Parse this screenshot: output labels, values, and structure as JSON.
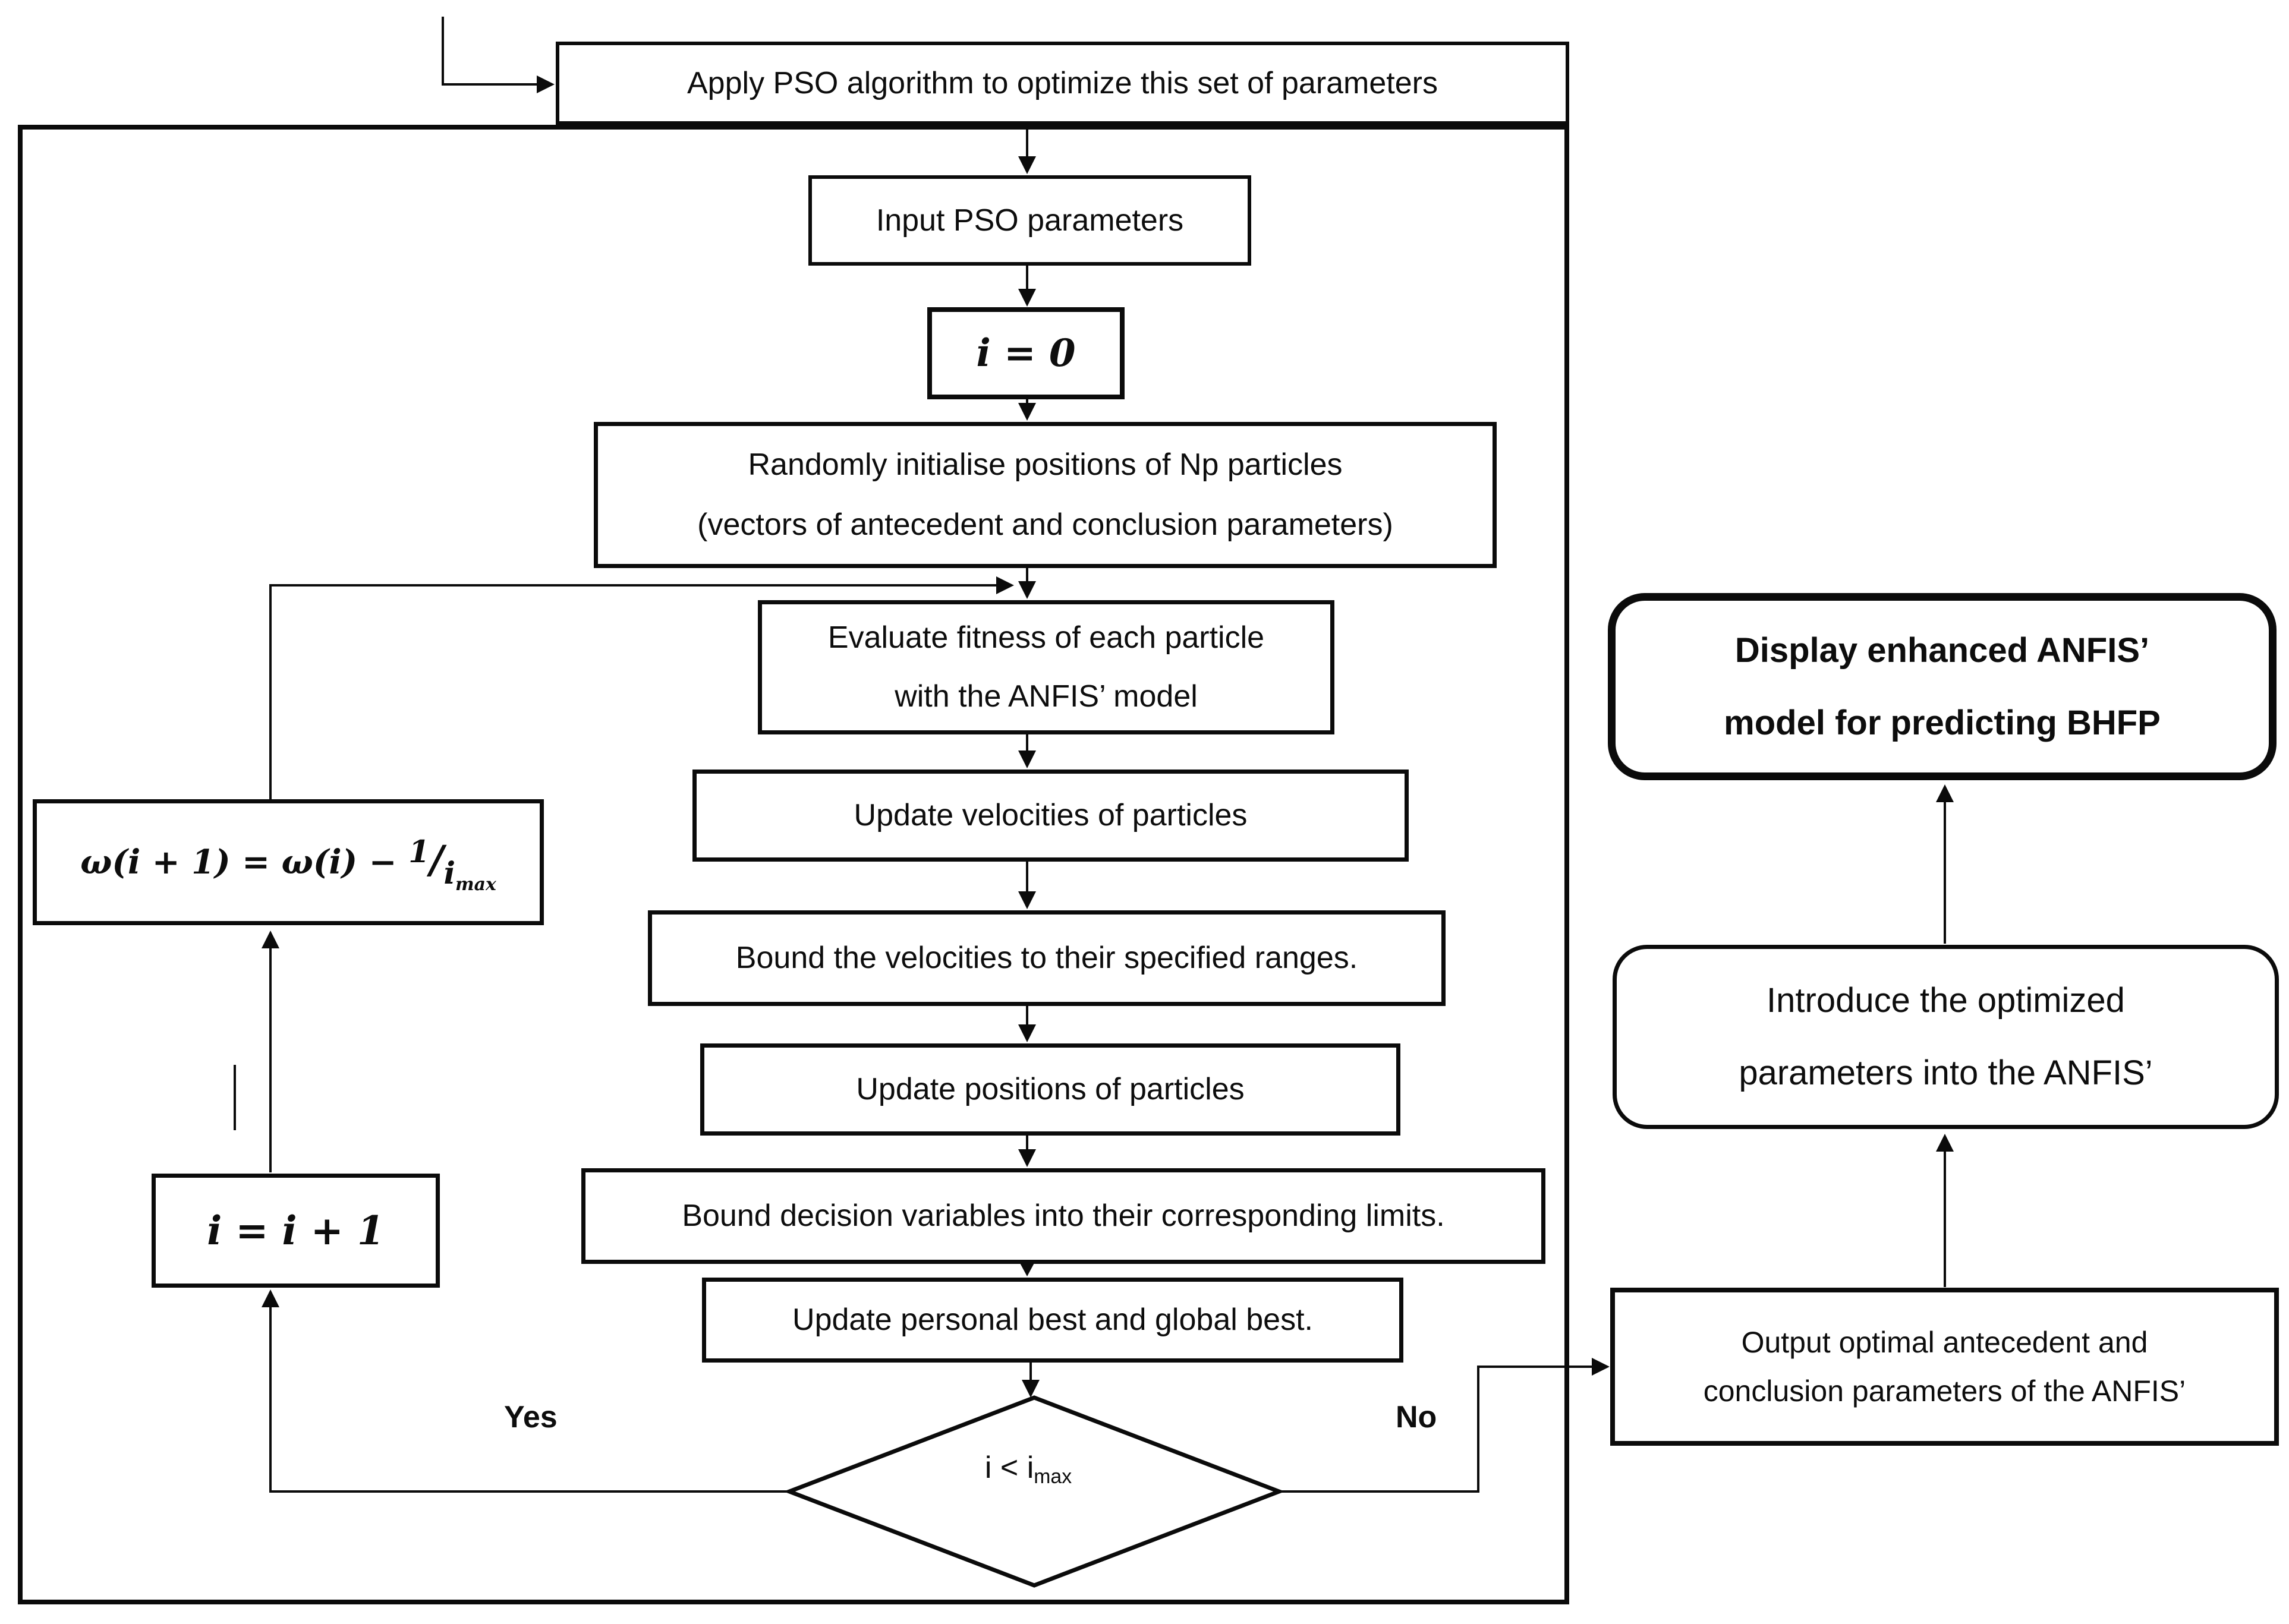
{
  "diagram": {
    "labels": {
      "yes": "Yes",
      "no": "No"
    },
    "nodes": {
      "apply_pso": {
        "label": "Apply PSO algorithm to optimize this set of parameters"
      },
      "input_pso": {
        "label": "Input PSO parameters"
      },
      "set_iteration": {
        "label": "i = 0"
      },
      "random_init": {
        "line1": "Randomly initialise positions of Np particles",
        "line2": "(vectors of antecedent and conclusion parameters)"
      },
      "evaluate_fitness": {
        "line1": "Evaluate fitness of each particle",
        "line2": "with the ANFIS’ model"
      },
      "update_velocities": {
        "label": "Update velocities of particles"
      },
      "bound_velocities": {
        "label": "Bound the velocities to their specified ranges."
      },
      "update_positions": {
        "label": "Update positions of particles"
      },
      "bound_decision": {
        "label": "Bound decision variables into their corresponding limits."
      },
      "update_best": {
        "label": "Update personal best and global best."
      },
      "iteration_check": {
        "base": "i < i",
        "sub": "max"
      },
      "omega_update": {
        "prefix": "ω(i + 1) = ω(i) − ",
        "numerator": "1",
        "slash": "/",
        "den_base": "i",
        "den_sub": "max"
      },
      "increment_i": {
        "label": "i = i + 1"
      },
      "output_params": {
        "line1": "Output optimal antecedent and",
        "line2": "conclusion parameters of the ANFIS’"
      },
      "introduce_params": {
        "line1": "Introduce the optimized",
        "line2": "parameters into the ANFIS’"
      },
      "display_model": {
        "line1": "Display enhanced ANFIS’",
        "line2": "model for predicting BHFP"
      }
    },
    "colors": {
      "line": "#0b0b0b",
      "background": "#ffffff"
    }
  }
}
